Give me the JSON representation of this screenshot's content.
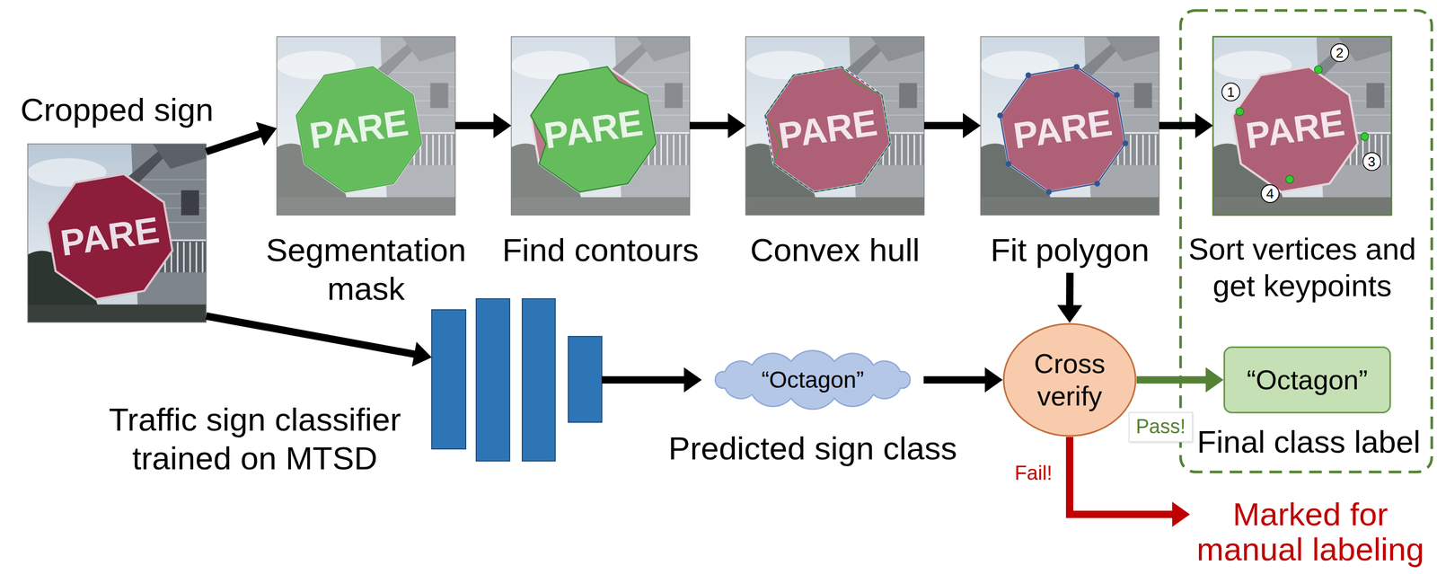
{
  "diagram": {
    "nodes": [
      {
        "text": [
          "Cropped sign"
        ]
      },
      {
        "text": [
          "Segmentation mask"
        ]
      },
      {
        "text": [
          "Find contours"
        ]
      },
      {
        "text": [
          "Convex hull"
        ]
      },
      {
        "text": [
          "Fit polygon"
        ]
      },
      {
        "text": [
          "Sort vertices and get keypoints"
        ]
      },
      {
        "text": [
          "Traffic sign classifier trained on MTSD"
        ]
      },
      {
        "text": [
          "“Octagon”",
          "Predicted sign class"
        ]
      },
      {
        "text": [
          "Cross verify"
        ]
      },
      {
        "text": [
          "“Octagon”",
          "Final class label"
        ]
      },
      {
        "text": [
          "Marked for manual labeling"
        ]
      }
    ],
    "edges": [
      {
        "from": 0,
        "to": 1,
        "arrow": "to"
      },
      {
        "from": 1,
        "to": 2,
        "arrow": "to"
      },
      {
        "from": 2,
        "to": 3,
        "arrow": "to"
      },
      {
        "from": 3,
        "to": 4,
        "arrow": "to"
      },
      {
        "from": 4,
        "to": 5,
        "arrow": "to"
      },
      {
        "from": 0,
        "to": 6,
        "arrow": "to"
      },
      {
        "from": 6,
        "to": 7,
        "arrow": "to"
      },
      {
        "from": 7,
        "to": 8,
        "arrow": "to"
      },
      {
        "from": 4,
        "to": 8,
        "arrow": "to"
      },
      {
        "from": 8,
        "to": 9,
        "label": "Pass!",
        "arrow": "to"
      },
      {
        "from": 8,
        "to": 10,
        "label": "Fail!",
        "arrow": "to"
      }
    ],
    "labels": [
      "PARE",
      "PARE",
      "PARE",
      "PARE",
      "PARE",
      "PARE",
      "1",
      "2",
      "3",
      "4"
    ]
  }
}
